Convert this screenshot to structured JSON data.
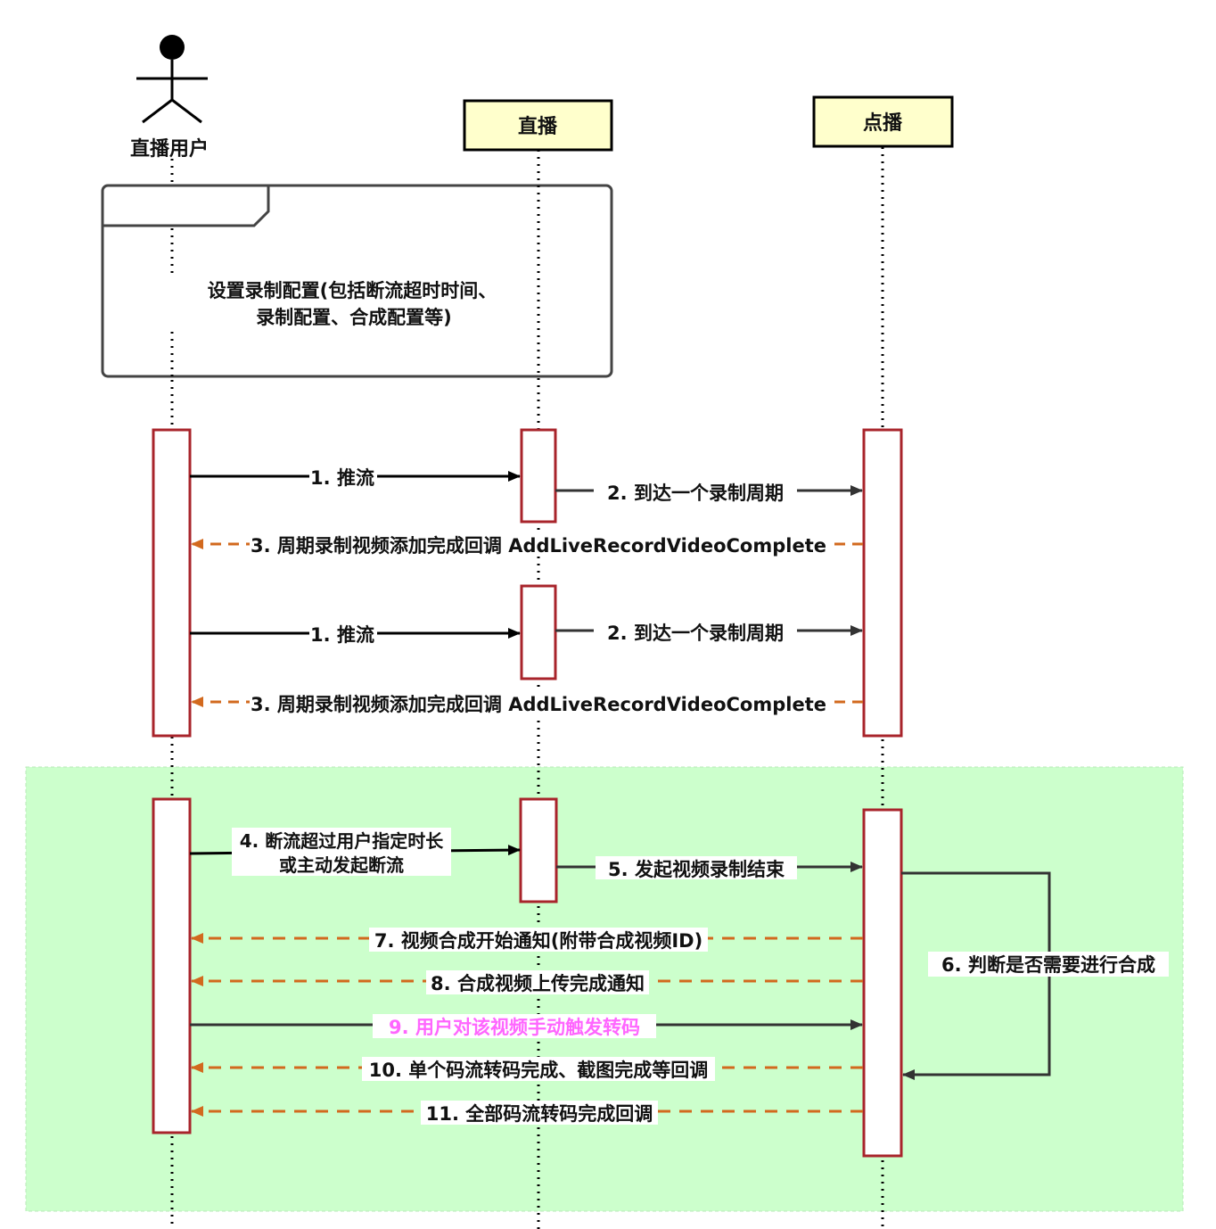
{
  "actors": {
    "user": "直播用户",
    "live": "直播",
    "vod": "点播"
  },
  "frame_note": {
    "line1": "设置录制配置(包括断流超时时间、",
    "line2": "录制配置、合成配置等)"
  },
  "messages": {
    "m1a": "1. 推流",
    "m2a": "2. 到达一个录制周期",
    "m3a": "3. 周期录制视频添加完成回调 AddLiveRecordVideoComplete",
    "m1b": "1. 推流",
    "m2b": "2. 到达一个录制周期",
    "m3b": "3. 周期录制视频添加完成回调 AddLiveRecordVideoComplete",
    "m4_line1": "4. 断流超过用户指定时长",
    "m4_line2": "或主动发起断流",
    "m5": "5. 发起视频录制结束",
    "m6": "6. 判断是否需要进行合成",
    "m7": "7. 视频合成开始通知(附带合成视频ID)",
    "m8": "8. 合成视频上传完成通知",
    "m9": "9. 用户对该视频手动触发转码",
    "m10": "10. 单个码流转码完成、截图完成等回调",
    "m11": "11. 全部码流转码完成回调"
  },
  "colors": {
    "activation_border": "#a8242b",
    "participant_fill": "#ffffcc",
    "highlight_region": "#ccffcc",
    "callback_arrow": "#d2691e",
    "sync_arrow": "#333333",
    "m9_text": "#ff66ff"
  }
}
